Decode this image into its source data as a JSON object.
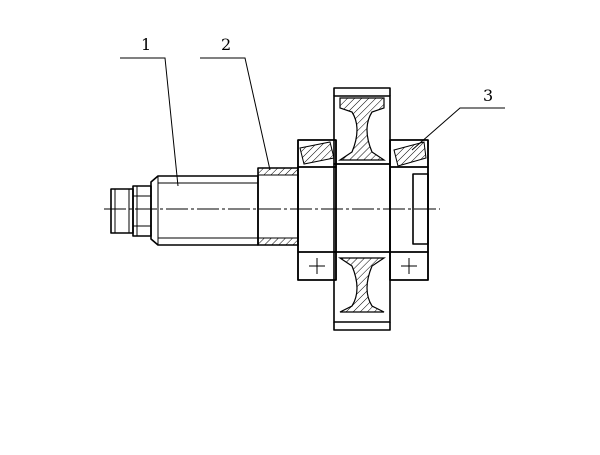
{
  "callouts": [
    {
      "id": "1",
      "label": "1"
    },
    {
      "id": "2",
      "label": "2"
    },
    {
      "id": "3",
      "label": "3"
    }
  ],
  "bearing_symbols": [
    "+",
    "+"
  ]
}
